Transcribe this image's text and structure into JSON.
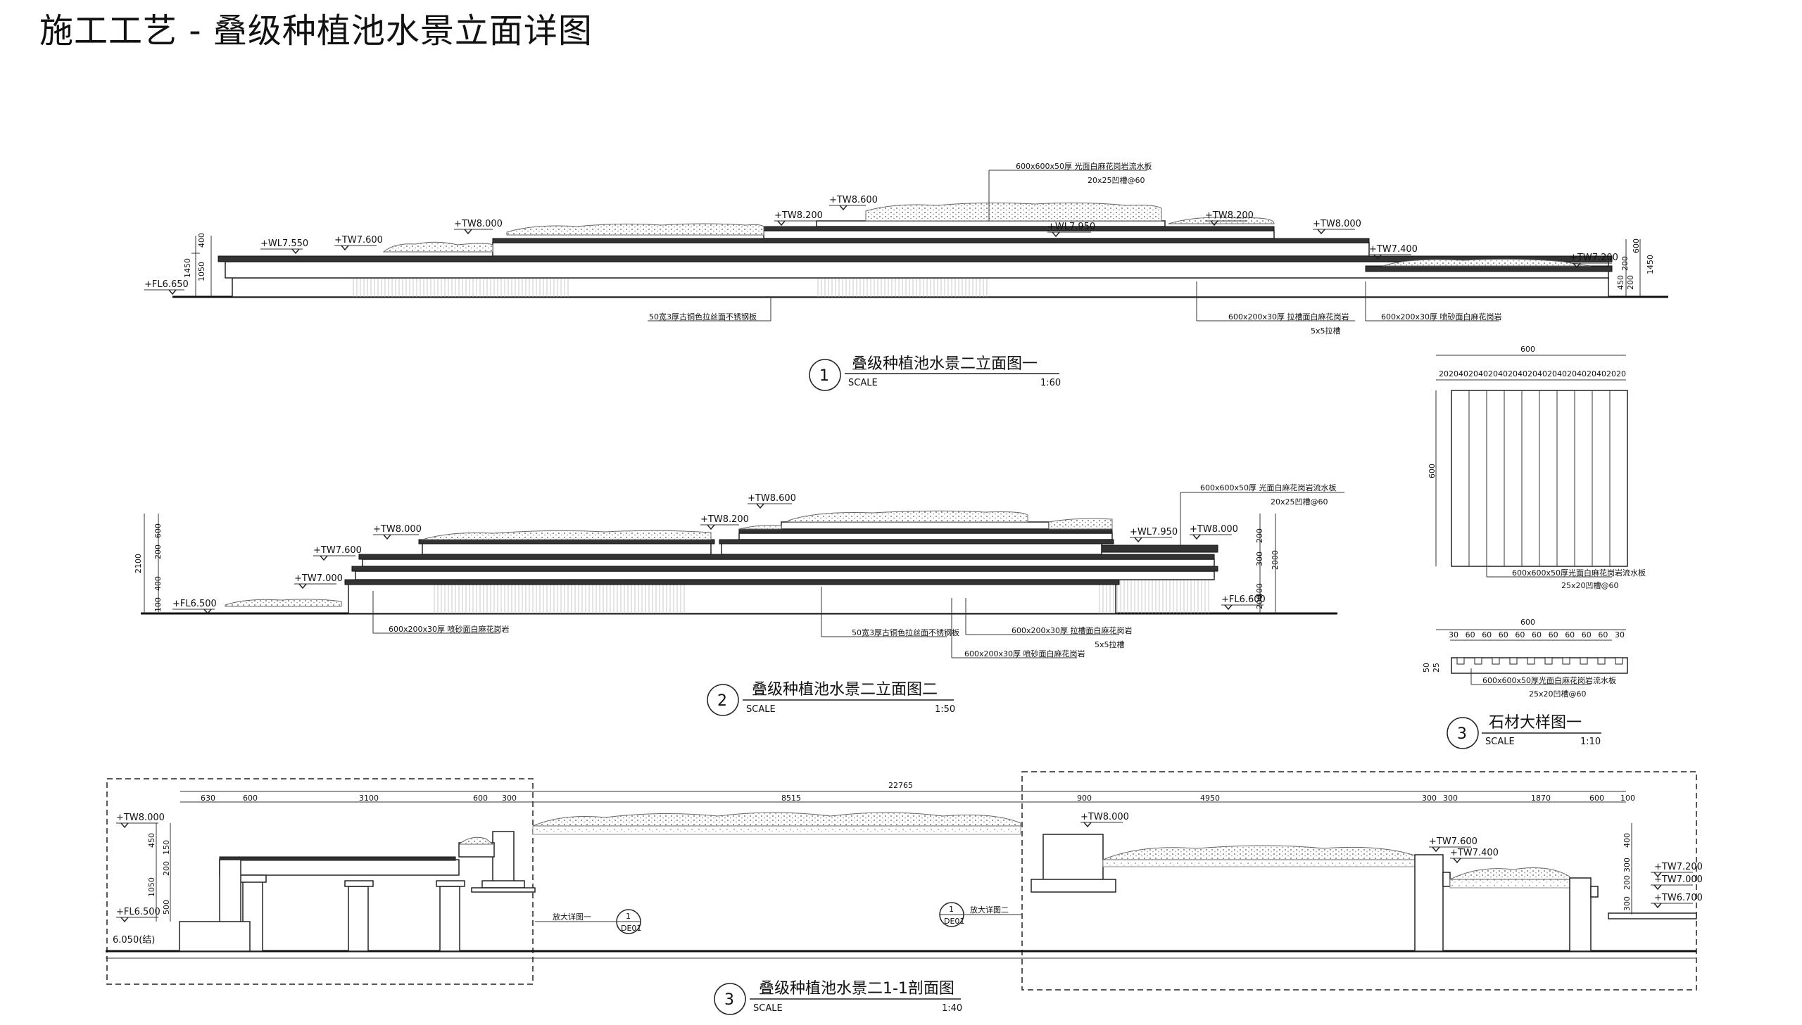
{
  "title": "施工工艺 - 叠级种植池水景立面详图",
  "common": {
    "scale_word": "SCALE"
  },
  "view1": {
    "number": "1",
    "caption": "叠级种植池水景二立面图一",
    "scale": "1:60",
    "elev": {
      "tw8000": "+TW8.000",
      "wl7550": "+WL7.550",
      "tw7600": "+TW7.600",
      "fl6650": "+FL6.650",
      "tw8200a": "+TW8.200",
      "tw8600": "+TW8.600",
      "wl7950": "+WL7.950",
      "tw8200b": "+TW8.200",
      "tw8000b": "+TW8.000",
      "tw7400": "+TW7.400",
      "tw7200": "+TW7.200"
    },
    "dims": {
      "d400": "400",
      "d1450": "1450",
      "d1050": "1050",
      "r600": "600",
      "r1450": "1450",
      "r200": "200",
      "r450": "450",
      "r200b": "200"
    },
    "notes": {
      "plate": "600x600x50厚 光面白麻花岗岩流水板",
      "groove": "20x25凹槽@60",
      "steel": "50宽3厚古铜色拉丝面不锈钢板",
      "granite1": "600x200x30厚 拉槽面白麻花岗岩",
      "slot": "5x5拉槽",
      "granite2": "600x200x30厚 喷砂面白麻花岗岩"
    }
  },
  "view2": {
    "number": "2",
    "caption": "叠级种植池水景二立面图二",
    "scale": "1:50",
    "elev": {
      "tw8600": "+TW8.600",
      "tw8200": "+TW8.200",
      "tw8000": "+TW8.000",
      "tw7600": "+TW7.600",
      "tw7000": "+TW7.000",
      "fl6500": "+FL6.500",
      "wl7950": "+WL7.950",
      "tw8000r": "+TW8.000",
      "fl6600": "+FL6.600"
    },
    "dims": {
      "d600": "600",
      "d2100": "2100",
      "d200": "200",
      "d400": "400",
      "d100": "100",
      "r200": "200",
      "r300": "300",
      "r2000": "2000",
      "r400": "400",
      "r200b": "200"
    },
    "notes": {
      "plate": "600x600x50厚 光面白麻花岗岩流水板",
      "groove": "20x25凹槽@60",
      "granite_l": "600x200x30厚 喷砂面白麻花岗岩",
      "steel": "50宽3厚古铜色拉丝面不锈钢板",
      "granite_r": "600x200x30厚 拉槽面白麻花岗岩",
      "slot": "5x5拉槽",
      "granite_b": "600x200x30厚 喷砂面白麻花岗岩"
    }
  },
  "stone": {
    "number": "3",
    "caption": "石材大样图一",
    "scale": "1:10",
    "width": "600",
    "top_dims": [
      "20",
      "20",
      "40",
      "20",
      "40",
      "20",
      "40",
      "20",
      "40",
      "20",
      "40",
      "20",
      "40",
      "20",
      "40",
      "20",
      "40",
      "20",
      "20"
    ],
    "height": "600",
    "note1": "600x600x50厚光面白麻花岗岩流水板",
    "note2": "25x20凹槽@60",
    "sec_width": "600",
    "sec_dims": [
      "30",
      "60",
      "60",
      "60",
      "60",
      "60",
      "60",
      "60",
      "60",
      "60",
      "30"
    ],
    "sec_h1": "50",
    "sec_h2": "25",
    "note3": "600x600x50厚光面白麻花岗岩流水板",
    "note4": "25x20凹槽@60"
  },
  "section": {
    "number": "3",
    "caption": "叠级种植池水景二1-1剖面图",
    "scale": "1:40",
    "overall": "22765",
    "dims_top": [
      "630",
      "600",
      "3100",
      "600",
      "300",
      "8515",
      "900",
      "4950",
      "300",
      "300",
      "1870",
      "600",
      "100"
    ],
    "elev": {
      "tw8000l": "+TW8.000",
      "fl6500": "+FL6.500",
      "base": "6.050(结)",
      "tw8000m": "+TW8.000",
      "tw7600": "+TW7.600",
      "tw7400": "+TW7.400",
      "tw7200": "+TW7.200",
      "tw7000": "+TW7.000",
      "tw6700": "+TW6.700"
    },
    "dims_left": [
      "450",
      "150",
      "200",
      "1050",
      "500"
    ],
    "dims_right": [
      "400",
      "300",
      "200",
      "300"
    ],
    "detail1": "放大详图一",
    "detail2": "放大详图二",
    "detail_num": "1",
    "detail_num2": "1",
    "detail_sub": "DE01",
    "detail_sub2": "DE01"
  }
}
